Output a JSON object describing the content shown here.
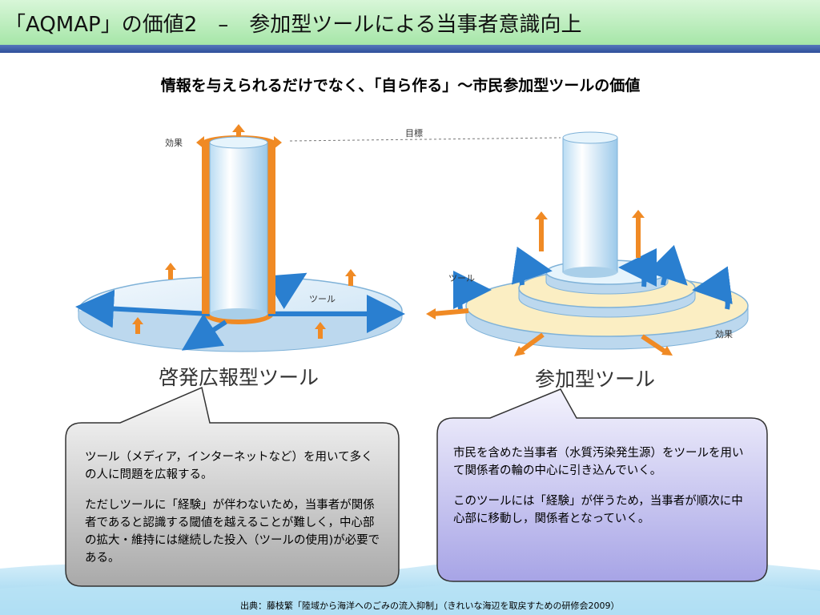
{
  "header": {
    "title": "「AQMAP」の価値2　–　参加型ツールによる当事者意識向上"
  },
  "subtitle": "情報を与えられるだけでなく､「自ら作る」〜市民参加型ツールの価値",
  "left_diagram": {
    "label_effect": "効果",
    "label_tool": "ツール",
    "caption": "啓発広報型ツール"
  },
  "right_diagram": {
    "label_goal": "目標",
    "label_tool": "ツール",
    "label_effect": "効果",
    "caption": "参加型ツール"
  },
  "callout_left": {
    "p1": "ツール（メディア，インターネットなど）を用いて多くの人に問題を広報する。",
    "p2": "ただしツールに「経験」が伴わないため，当事者が関係者であると認識する閾値を越えることが難しく，中心部の拡大・維持には継続した投入（ツールの使用)が必要である。"
  },
  "callout_right": {
    "p1": "市民を含めた当事者（水質汚染発生源）をツールを用いて関係者の輪の中心に引き込んでいく。",
    "p2": "このツールには「経験」が伴うため，当事者が順次に中心部に移動し，関係者となっていく。"
  },
  "footer": "出典：藤枝繁「陸域から海洋へのごみの流入抑制」（きれいな海辺を取戻すための研修会2009）",
  "colors": {
    "header_green": "#a6e6a8",
    "header_blue": "#2f4f9a",
    "orange": "#f08a24",
    "blue_arrow": "#2a7fd0"
  }
}
